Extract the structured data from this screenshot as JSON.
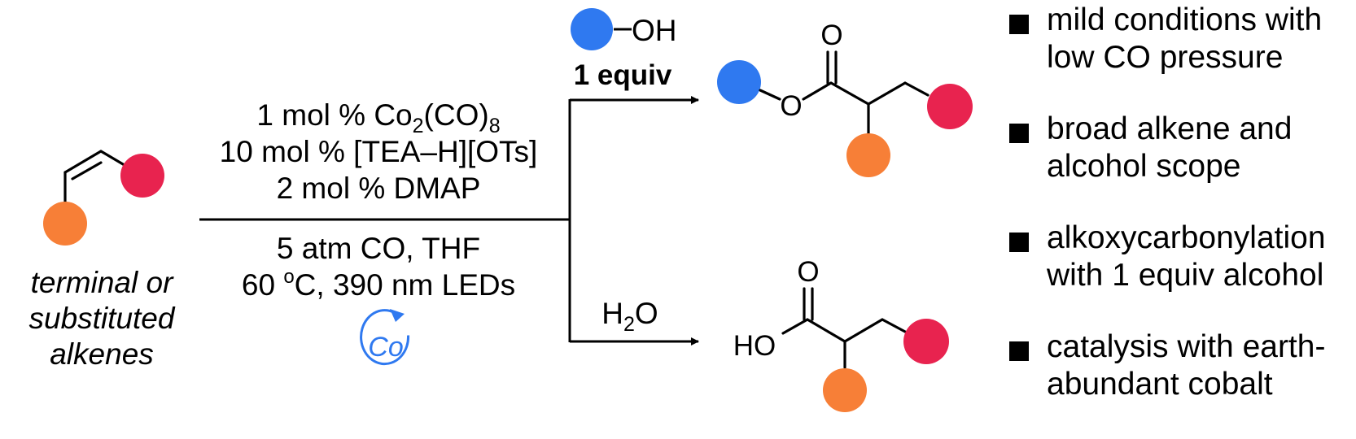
{
  "colors": {
    "red": "#e8234f",
    "orange": "#f77f37",
    "blue": "#2f79f0",
    "black": "#000000"
  },
  "reactant": {
    "caption": [
      "terminal or",
      "substituted",
      "alkenes"
    ]
  },
  "conditions": {
    "above": [
      {
        "pre": "1 mol % Co",
        "sub1": "2",
        "mid": "(CO)",
        "sub2": "8"
      },
      {
        "text": "10 mol % [TEA–H][OTs]"
      },
      {
        "text": "2 mol % DMAP"
      }
    ],
    "below": [
      {
        "text": "5 atm CO, THF"
      },
      {
        "pre": "60 ",
        "sup": "o",
        "post": "C, 390 nm LEDs"
      }
    ],
    "catalyst_cycle_label": "Co",
    "catalyst_cycle_icon": "cycle-arrow-icon"
  },
  "upper_branch": {
    "reagent_group": "OH",
    "reagent_amount": "1 equiv",
    "product_atoms": {
      "carbonyl_o": "O",
      "ester_o": "O"
    }
  },
  "lower_branch": {
    "reagent": {
      "pre": "H",
      "sub": "2",
      "post": "O"
    },
    "product_atoms": {
      "carbonyl_o": "O",
      "acid": "HO"
    }
  },
  "bullets": [
    {
      "lines": [
        "mild conditions with",
        "low CO pressure"
      ]
    },
    {
      "lines": [
        "broad alkene and",
        "alcohol scope"
      ]
    },
    {
      "lines": [
        "alkoxycarbonylation",
        "with 1 equiv alcohol"
      ]
    },
    {
      "lines": [
        "catalysis with earth-",
        "abundant cobalt"
      ]
    }
  ]
}
